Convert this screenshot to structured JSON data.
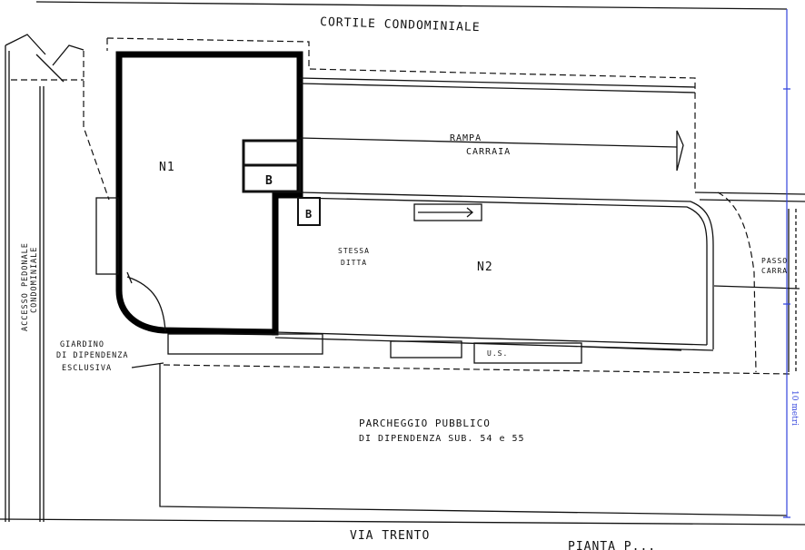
{
  "labels": {
    "cortile": "CORTILE CONDOMINIALE",
    "accesso_line1": "ACCESSO PEDONALE",
    "accesso_line2": "CONDOMINIALE",
    "n1": "N1",
    "n2": "N2",
    "b1": "B",
    "b2": "B",
    "rampa_line1": "RAMPA",
    "rampa_line2": "CARRAIA",
    "stessa_line1": "STESSA",
    "stessa_line2": "DITTA",
    "passo_line1": "PASSO",
    "passo_line2": "CARRA",
    "giardino_line1": "GIARDINO",
    "giardino_line2": "DI DIPENDENZA",
    "giardino_line3": "ESCLUSIVA",
    "parcheggio_line1": "PARCHEGGIO PUBBLICO",
    "parcheggio_line2": "DI DIPENDENZA SUB. 54 e 55",
    "via": "VIA TRENTO",
    "pianta": "PIANTA P...",
    "us": "U.S.",
    "scale": "10 metri"
  },
  "colors": {
    "ink": "#111111",
    "scale_bar": "#3344dd"
  }
}
